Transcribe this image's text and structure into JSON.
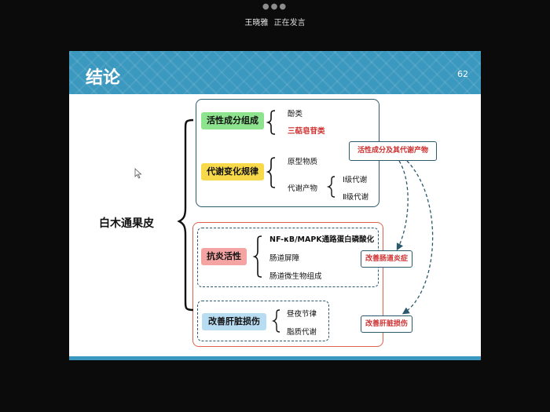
{
  "meeting": {
    "speaker_name": "王晓雅",
    "speaker_status": "正在发言",
    "more_icon": "more-dots-icon"
  },
  "slide": {
    "title": "结论",
    "page_number": "62",
    "main_topic": "白木通果皮",
    "group1": {
      "tag1": "活性成分组成",
      "tag1_items": [
        "酚类",
        "三萜皂苷类"
      ],
      "tag2": "代谢变化规律",
      "tag2_items": [
        "原型物质",
        "代谢产物"
      ],
      "metabolite_levels": [
        "Ⅰ级代谢",
        "Ⅱ级代谢"
      ]
    },
    "group2": {
      "tag1": "抗炎活性",
      "tag1_items": [
        "NF-κB/MAPK通路蛋白磷酸化",
        "肠道屏障",
        "肠道微生物组成"
      ],
      "tag2": "改善肝脏损伤",
      "tag2_items": [
        "昼夜节律",
        "脂质代谢"
      ]
    },
    "callouts": {
      "source": "活性成分及其代谢产物",
      "target1": "改善肠道炎症",
      "target2": "改善肝脏损伤"
    },
    "colors": {
      "header": "#3b98bf",
      "highlight_red": "#cf2f2f",
      "box_border": "#2b5a6c",
      "red_border": "#e0624a"
    }
  }
}
